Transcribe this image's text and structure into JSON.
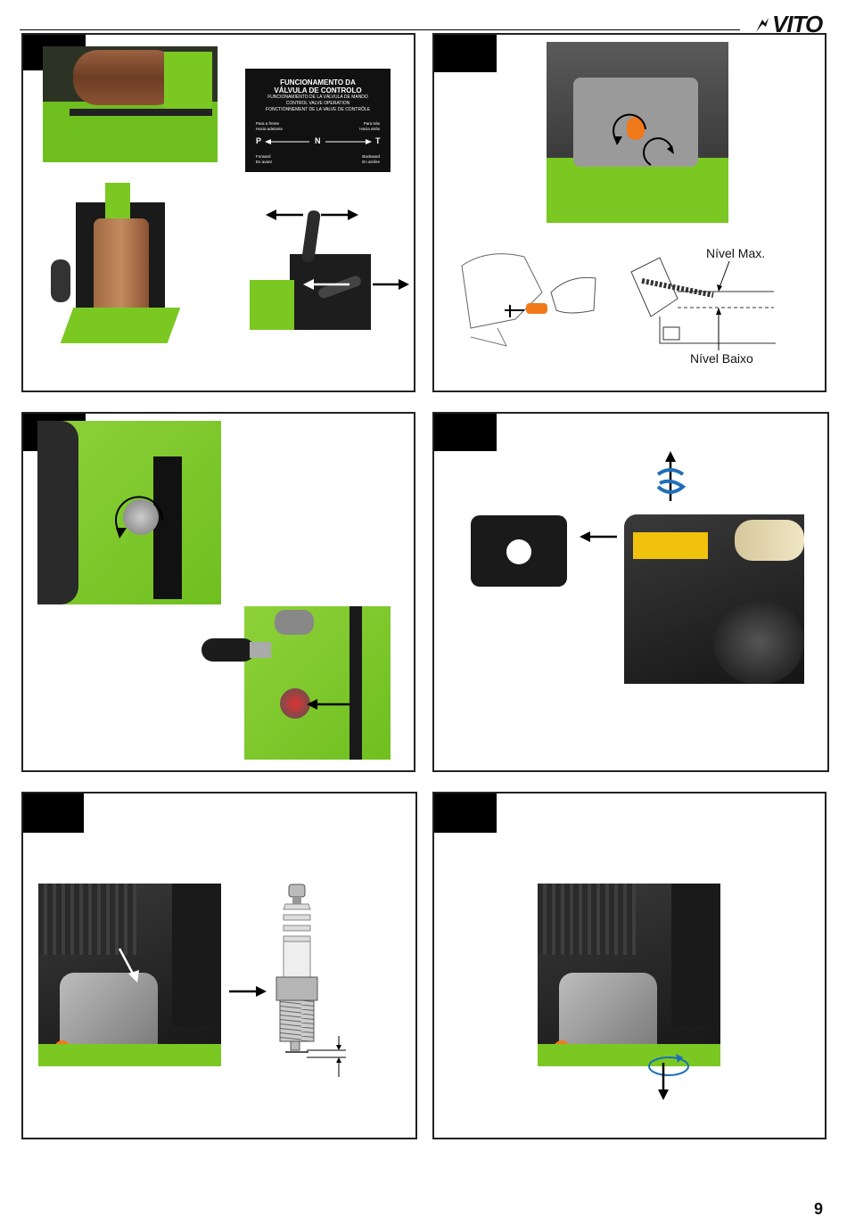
{
  "header": {
    "brand": "VITO"
  },
  "panel1": {
    "label": {
      "title_1": "FUNCIONAMENTO DA",
      "title_2": "VÁLVULA DE CONTROLO",
      "sub_1": "FUNCIONAMIENTO DE LA VÁLVULA DE MANDO",
      "sub_2": "CONTROL VALVE OPERATION",
      "sub_3": "FONCTIONNEMENT DE LA VALVE DE CONTRÔLE",
      "left_top_1": "Para a frente",
      "left_top_2": "Hacia adelante",
      "right_top_1": "Para trás",
      "right_top_2": "Hacia atrás",
      "p": "P",
      "n": "N",
      "t": "T",
      "left_bottom_1": "Forward",
      "left_bottom_2": "En avant",
      "right_bottom_1": "Backward",
      "right_bottom_2": "En arrière"
    }
  },
  "panel2": {
    "level_max": "Nível Max.",
    "level_min": "Nível Baixo"
  },
  "footer": {
    "page_number": "9"
  }
}
